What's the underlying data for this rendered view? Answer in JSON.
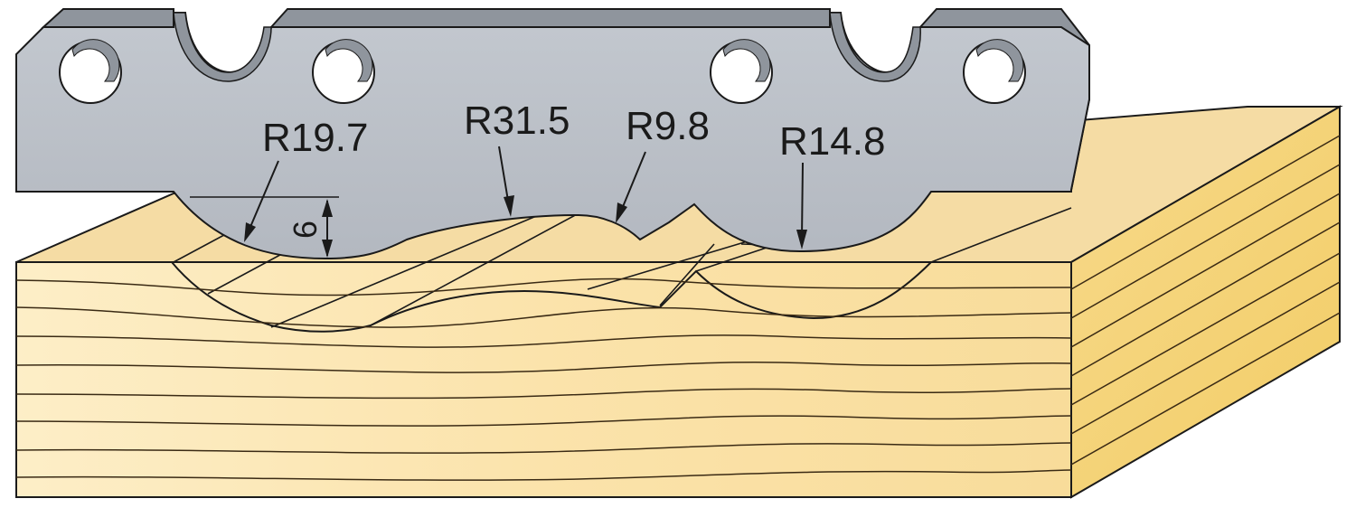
{
  "labels": {
    "r1": "R19.7",
    "r2": "R31.5",
    "r3": "R9.8",
    "r4": "R14.8",
    "depth": "6"
  },
  "colors": {
    "steel": "#b9bec6",
    "steel_dark": "#8f959d",
    "wood_front": "#fbe6b0",
    "wood_side": "#f6d67a",
    "wood_top": "#f3d9a0",
    "grain": "#3a2a14",
    "outline": "#1a1a1a"
  }
}
